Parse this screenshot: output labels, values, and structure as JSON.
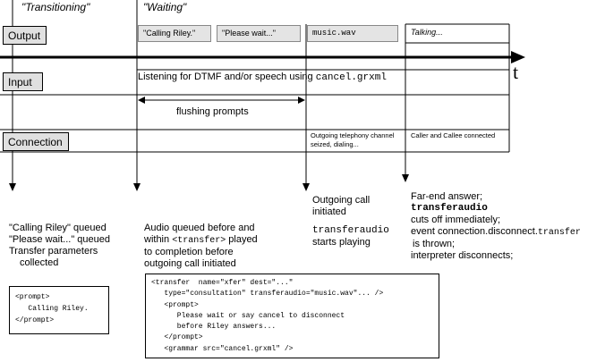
{
  "phases": {
    "transitioning": "\"Transitioning\"",
    "waiting": "\"Waiting\""
  },
  "lanes": {
    "output": "Output",
    "input": "Input",
    "connection": "Connection"
  },
  "axis_label": "t",
  "output_prompts": {
    "calling_riley": "\"Calling Riley.\"",
    "please_wait": "\"Please wait...\"",
    "music": "music.wav",
    "talking": "Talking..."
  },
  "input": {
    "listening_prefix": "Listening for DTMF and/or speech using ",
    "grammar": "cancel.grxml"
  },
  "flushing": "flushing  prompts",
  "connection": {
    "outgoing_seized": "Outgoing telephony channel seized, dialing...",
    "caller_connected": "Caller and Callee connected"
  },
  "notes": {
    "transitioning": [
      "\"Calling Riley\"  queued",
      "\"Please wait...\" queued",
      "Transfer parameters",
      "collected"
    ],
    "waiting": {
      "l1": "Audio queued before and",
      "l2_pre": "within ",
      "l2_tag": "<transfer>",
      "l2_post": "  played",
      "l3": "to completion before",
      "l4": "outgoing call initiated"
    },
    "call_initiated": {
      "l1": "Outgoing call",
      "l2": "initiated",
      "l3": "transferaudio",
      "l4": "starts playing"
    },
    "far_end": {
      "l1": "Far-end answer;",
      "l2": "transferaudio",
      "l3": "cuts off immediately;",
      "l4_pre": "event connection.disconnect.",
      "l4_mono": "transfer",
      "l5": "is  thrown;",
      "l6": "interpreter  disconnects;"
    }
  },
  "code_small": [
    "<prompt>",
    "   Calling Riley.",
    "</prompt>"
  ],
  "code_large": [
    "<transfer  name=\"xfer\" dest=\"...\"",
    "   type=\"consultation\" transferaudio=\"music.wav\"... />",
    "   <prompt>",
    "      Please wait or say cancel to disconnect",
    "      before Riley answers...",
    "   </prompt>",
    "   <grammar src=\"cancel.grxml\" />"
  ]
}
